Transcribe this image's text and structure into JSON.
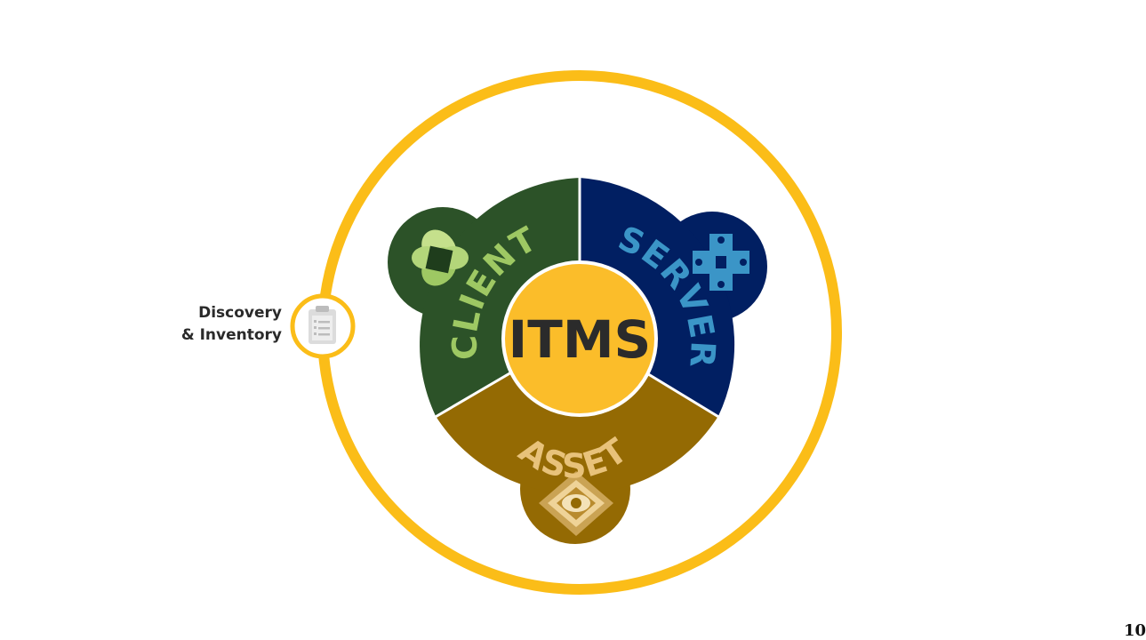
{
  "center": {
    "label": "ITMS",
    "color": "#fbbd2a",
    "text_color": "#2b2b2b"
  },
  "segments": {
    "client": {
      "label": "CLIENT",
      "color": "#2c5228",
      "text_color": "#9ec863",
      "icon": "client-puzzle-icon"
    },
    "server": {
      "label": "SERVER",
      "color": "#011f62",
      "text_color": "#3b95c7",
      "icon": "server-plus-icon"
    },
    "asset": {
      "label": "ASSET",
      "color": "#946a03",
      "text_color": "#e8c27a",
      "icon": "asset-eye-diamond-icon"
    }
  },
  "ring": {
    "color": "#fbbd18"
  },
  "node": {
    "line1": "Discovery",
    "line2": "& Inventory",
    "icon": "clipboard-checklist-icon"
  },
  "page_number": "10"
}
